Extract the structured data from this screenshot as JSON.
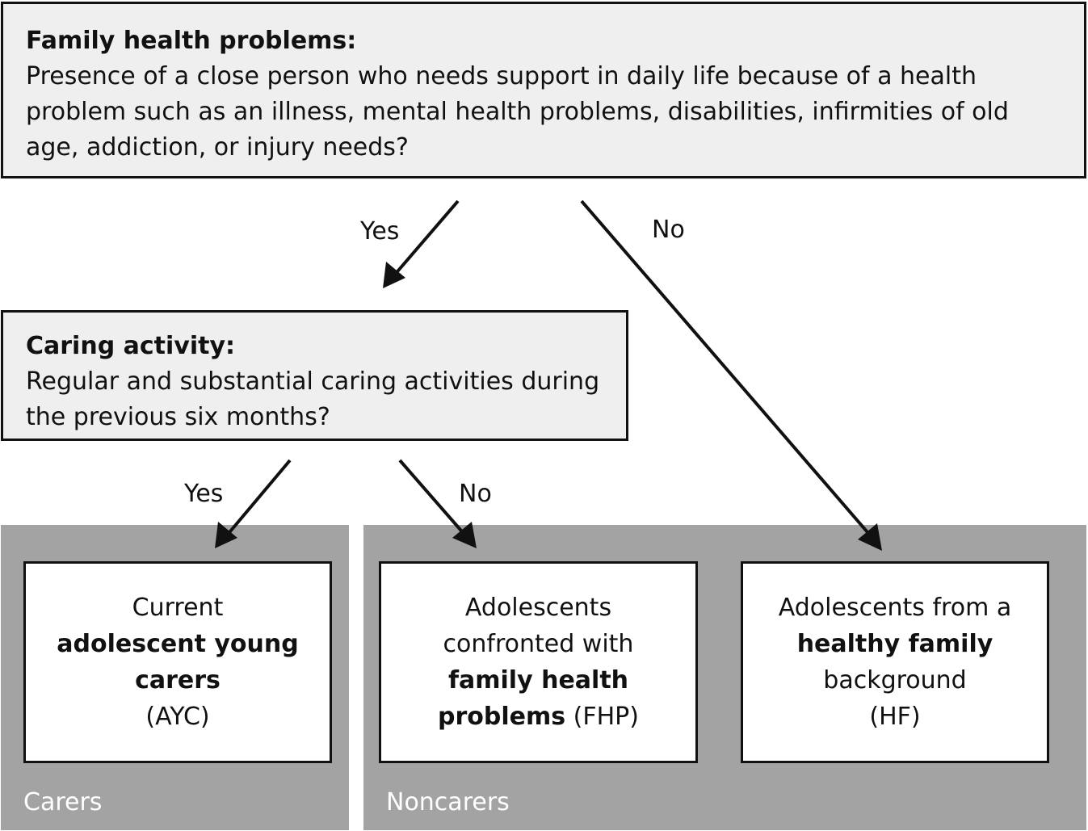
{
  "top_question": {
    "title": "Family health problems:",
    "body": "Presence of a close person who needs support in daily life because of a health problem such as an illness, mental health problems, disabilities, infirmities of old age, addiction, or injury needs?"
  },
  "second_question": {
    "title": "Caring activity:",
    "body": "Regular and substantial caring activities during the previous six months?"
  },
  "edge_labels": {
    "top_yes": "Yes",
    "top_no": "No",
    "second_yes": "Yes",
    "second_no": "No"
  },
  "groups": {
    "carers": "Carers",
    "noncarers": "Noncarers"
  },
  "outcomes": {
    "ayc": {
      "prefix": "Current ",
      "bold": "adolescent young carers",
      "suffix": "(AYC)"
    },
    "fhp": {
      "prefix": "Adolescents confronted with ",
      "bold": "family health problems",
      "suffix": " (FHP)"
    },
    "hf": {
      "prefix": "Adolescents from a ",
      "bold1": "healthy family",
      "middle": " background",
      "suffix": "(HF)"
    }
  },
  "colors": {
    "box_fill": "#efefef",
    "group_fill": "#a3a3a3",
    "stroke": "#111111",
    "group_label": "#ffffff"
  }
}
